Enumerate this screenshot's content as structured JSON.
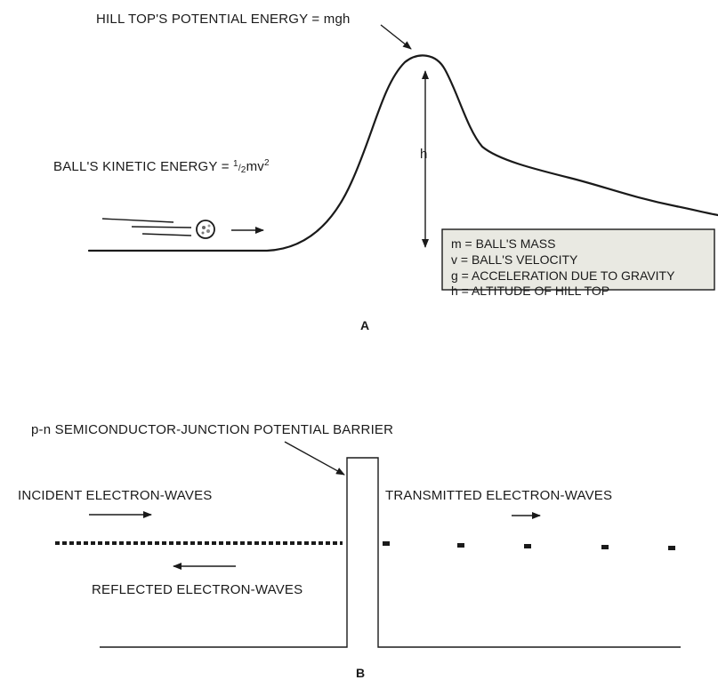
{
  "panel_a": {
    "hill_top_label": "HILL TOP'S POTENTIAL ENERGY = mgh",
    "kinetic_label_prefix": "BALL'S KINETIC ENERGY = ",
    "kinetic_fraction_num": "1",
    "kinetic_fraction_den": "2",
    "kinetic_label_suffix": "mv",
    "kinetic_exponent": "2",
    "height_label": "h",
    "panel_label": "A",
    "legend": [
      "m = BALL'S MASS",
      "v = BALL'S VELOCITY",
      "g = ACCELERATION DUE TO GRAVITY",
      "h = ALTITUDE OF HILL TOP"
    ],
    "legend_bg": "#e9e9e2"
  },
  "panel_b": {
    "barrier_label": "p-n SEMICONDUCTOR-JUNCTION POTENTIAL BARRIER",
    "incident_label": "INCIDENT ELECTRON-WAVES",
    "transmitted_label": "TRANSMITTED ELECTRON-WAVES",
    "reflected_label": "REFLECTED ELECTRON-WAVES",
    "panel_label": "B"
  }
}
